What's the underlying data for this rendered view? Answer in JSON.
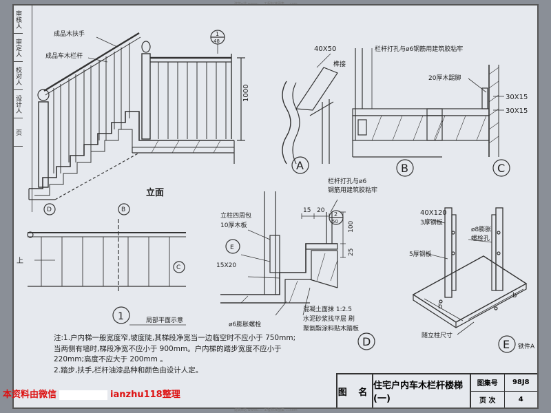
{
  "header_tiny": "建筑e站 wwwu.... 工程标准图集 ....com",
  "footer_tiny": "建筑e站 wwwu.... 工程标准图集 ....com",
  "side_strip": [
    "审核人",
    "审定人",
    "校对人",
    "设计人",
    "页"
  ],
  "elevation": {
    "label_handrail": "成品木扶手",
    "label_baluster": "成品车木栏杆",
    "caption": "立面",
    "dim_height": "1000",
    "callout_ref_num": "1",
    "callout_ref_sheet": "48",
    "callout_d": "D"
  },
  "plan": {
    "up_label": "上",
    "callout_b": "B",
    "callout_c": "C",
    "number": "1",
    "caption": "局部平面示意"
  },
  "detail_a": {
    "label": "A",
    "dim": "40X50",
    "note": "榫接"
  },
  "detail_b": {
    "label": "B",
    "note": "栏杆打孔与ø6钢筋用建筑胶粘牢"
  },
  "detail_c": {
    "label": "C",
    "note_wood": "20厚木踢脚",
    "dim1": "30X15",
    "dim2": "30X15"
  },
  "detail_d": {
    "label": "D",
    "note_post": "立柱四周包",
    "note_board": "10厚木板",
    "dim_15x20": "15X20",
    "note_rebar": "栏杆打孔与ø6",
    "note_rebar2": "钢筋用建筑胶粘牢",
    "dim_15": "15",
    "dim_20": "20",
    "callout_num": "2",
    "callout_sheet": "50",
    "dim_100": "100",
    "dim_25": "25",
    "note_bolt": "ø6膨胀螺栓",
    "note_concrete": "混凝土面抹 1:2.5",
    "note_mortar": "水泥砂浆找平层 刷",
    "note_glue": "聚氨酯涂料贴木踏板",
    "callout_e": "E"
  },
  "detail_e": {
    "label": "E",
    "dim": "40X120",
    "note_plate3": "3厚钢板",
    "note_bolt_hole": "ø8膨胀",
    "note_bolt_hole2": "螺栓孔",
    "note_plate5": "5厚钢板",
    "dim_b": "b",
    "note_size": "随立柱尺寸",
    "note_part": "铁件A"
  },
  "notes": [
    "注:1.户内梯一般宽度窄,坡度陡,其梯段净宽当一边临空时不应小于 750mm;",
    "      当两侧有墙时,梯段净宽不应小于 900mm。户内梯的踏步宽度不应小于",
    "      220mm;高度不应大于 200mm 。",
    "   2.踏步,扶手,栏杆油漆品种和颜色由设计人定。"
  ],
  "title_block": {
    "label": "图  名",
    "title": "住宅户内车木栏杆楼梯(一)",
    "atlas_label": "图集号",
    "atlas_value": "98J8",
    "page_label": "页  次",
    "page_value": "4"
  },
  "watermark": {
    "prefix": "本资料由微信",
    "suffix": "ianzhu118整理"
  }
}
